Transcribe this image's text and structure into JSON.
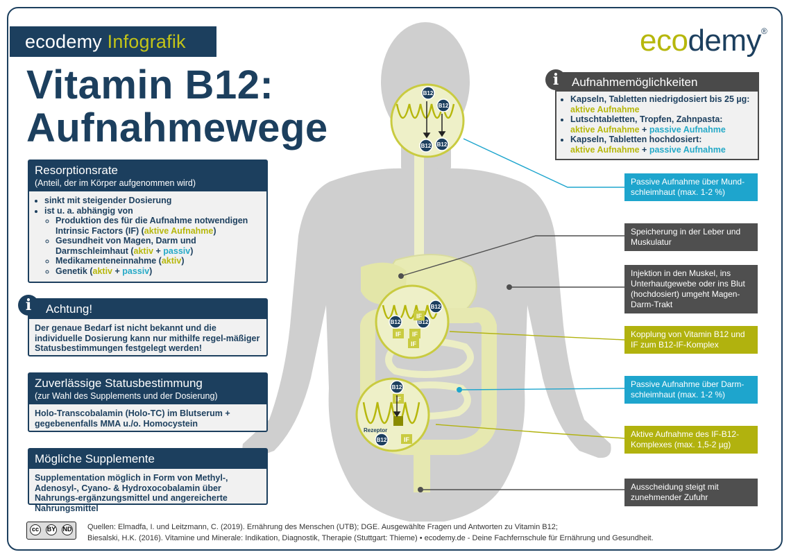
{
  "brand_tag": {
    "prefix": "ecodemy",
    "suffix": "Infografik"
  },
  "title": {
    "line1": "Vitamin B12:",
    "line2": "Aufnahmewege"
  },
  "logo": {
    "part1": "eco",
    "part2": "demy",
    "reg": "®"
  },
  "resorption": {
    "title": "Resorptionsrate",
    "subtitle": "(Anteil, der im Körper aufgenommen wird)",
    "item1": "sinkt mit steigender Dosierung",
    "item2": "ist u. a. abhängig von",
    "sub1_text": "Produktion des für die Aufnahme notwendigen Intrinsic Factors (IF) (",
    "sub1_aktiv": "aktive Aufnahme",
    "sub1_end": ")",
    "sub2_text": "Gesundheit von Magen, Darm und Darmschleimhaut (",
    "sub2_aktiv": "aktiv",
    "plus": " + ",
    "sub2_passiv": "passiv",
    "sub2_end": ")",
    "sub3_text": "Medikamenteneinnahme (",
    "sub3_aktiv": "aktiv",
    "sub3_end": ")",
    "sub4_text": "Genetik (",
    "sub4_aktiv": "aktiv",
    "sub4_passiv": "passiv",
    "sub4_end": ")"
  },
  "achtung": {
    "icon": "i",
    "title": "Achtung!",
    "text": "Der genaue Bedarf ist nicht bekannt und die individuelle Dosierung kann nur mithilfe regel-mäßiger Statusbestimmungen festgelegt werden!"
  },
  "status": {
    "title": "Zuverlässige Statusbestimmung",
    "subtitle": "(zur Wahl des Supplements und der Dosierung)",
    "text": "Holo-Transcobalamin (Holo-TC) im Blutserum + gegebenenfalls MMA u./o. Homocystein"
  },
  "supplemente": {
    "title": "Mögliche Supplemente",
    "text": "Supplementation möglich in Form von Methyl-, Adenosyl-, Cyano- & Hydroxocobalamin über Nahrungs-ergänzungsmittel und angereicherte Nahrungsmittel"
  },
  "aufnahme": {
    "icon": "i",
    "title": "Aufnahmemöglichkeiten",
    "i1": "Kapseln, Tabletten niedrigdosiert bis 25 µg:",
    "i1a": "aktive Aufnahme",
    "i2": "Lutschtabletten, Tropfen, Zahnpasta:",
    "i2a": "aktive Aufnahme",
    "i2p": "passive Aufnahme",
    "i3": "Kapseln, Tabletten hochdosiert:",
    "i3a": "aktive Aufnahme",
    "i3p": "passive Aufnahme",
    "plus": " + "
  },
  "callouts": {
    "mund": "Passive Aufnahme über Mund-schleimhaut (max. 1-2 %)",
    "leber": "Speicherung in der Leber und Muskulatur",
    "injektion": "Injektion in den Muskel, ins Unterhautgewebe oder ins Blut (hochdosiert) umgeht Magen-Darm-Trakt",
    "kopplung": "Kopplung von Vitamin B12 und IF zum B12-IF-Komplex",
    "darm": "Passive Aufnahme über Darm-schleimhaut (max. 1-2 %)",
    "aktiv": "Aktive Aufnahme des IF-B12-Komplexes (max. 1,5-2 µg)",
    "ausscheidung": "Ausscheidung steigt mit zunehmender Zufuhr"
  },
  "diagram_labels": {
    "b12": "B12",
    "if": "IF",
    "rezeptor": "Rezeptor"
  },
  "footer": {
    "line1": "Quellen: Elmadfa, I. und Leitzmann, C. (2019). Ernährung des Menschen (UTB); DGE. Ausgewählte Fragen und Antworten zu Vitamin B12;",
    "line2": "Biesalski, H.K. (2016). Vitamine und Minerale: Indikation, Diagnostik, Therapie (Stuttgart: Thieme) • ecodemy.de - Deine Fachfernschule für Ernährung und Gesundheit."
  },
  "license": {
    "cc": "cc",
    "by": "BY",
    "nd": "ND"
  },
  "colors": {
    "navy": "#1c3f5e",
    "olive": "#b6b70c",
    "cyan": "#1ea5cd",
    "gray": "#4f4f4f",
    "body": "#cfcfcf",
    "organ": "#eef0c8"
  }
}
